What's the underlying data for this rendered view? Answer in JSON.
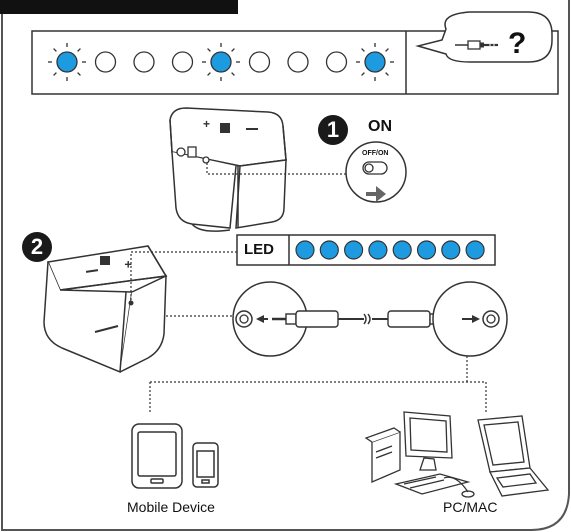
{
  "status_strip": {
    "lit_pattern": [
      true,
      false,
      false,
      false,
      true,
      false,
      false,
      false,
      true
    ],
    "lit_color": "#1e9be0",
    "question_mark": "?"
  },
  "step1": {
    "number": "1",
    "state_label": "ON",
    "switch_label": "OFF/ON"
  },
  "step2": {
    "number": "2",
    "led_label": "LED",
    "led_count": 8,
    "led_color": "#1e9be0"
  },
  "devices": {
    "mobile_label": "Mobile Device",
    "computer_label": "PC/MAC"
  }
}
